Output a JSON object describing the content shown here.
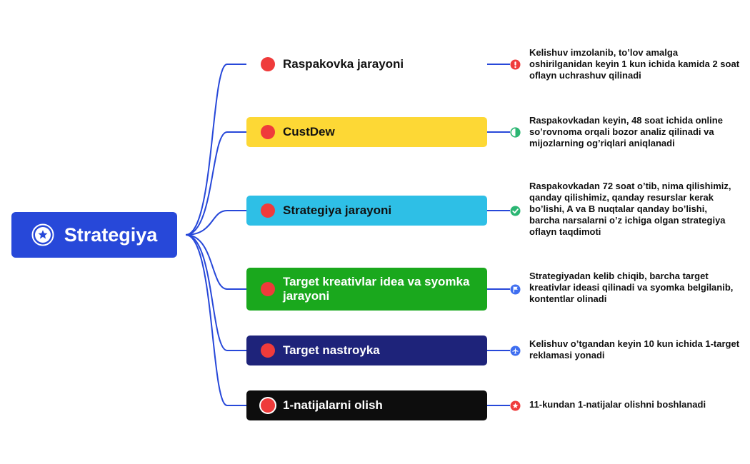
{
  "root": {
    "label": "Strategiya",
    "color": "#2748d9",
    "icon": "star-badge-icon"
  },
  "link_color": "#2748d9",
  "branches": [
    {
      "label": "Raspakovka jarayoni",
      "bg": "#ffffff",
      "text_color": "#111111",
      "marker": "exclamation-circle-icon",
      "marker_color": "#ef3b3b",
      "description": "Kelishuv imzolanib, to’lov amalga oshirilganidan keyin 1 kun ichida kamida 2 soat oflayn uchrashuv qilinadi"
    },
    {
      "label": "CustDew",
      "bg": "#fdd835",
      "text_color": "#111111",
      "marker": "half-circle-icon",
      "marker_color": "#2bb673",
      "description": "Raspakovkadan keyin, 48 soat ichida online so’rovnoma orqali bozor analiz qilinadi va mijozlarning og’riqlari aniqlanadi"
    },
    {
      "label": "Strategiya jarayoni",
      "bg": "#2ebfe6",
      "text_color": "#111111",
      "marker": "check-circle-icon",
      "marker_color": "#2bb673",
      "description": "Raspakovkadan 72 soat o’tib, nima qilishimiz, qanday qilishimiz, qanday resurslar kerak bo’lishi, A va B nuqtalar qanday bo’lishi, barcha narsalarni o’z ichiga olgan strategiya oflayn taqdimoti"
    },
    {
      "label": "Target kreativlar idea va syomka jarayoni",
      "bg": "#1aa81d",
      "text_color": "#ffffff",
      "marker": "flag-circle-icon",
      "marker_color": "#3f6ef0",
      "description": "Strategiyadan kelib chiqib, barcha target kreativlar ideasi qilinadi va syomka belgilanib, kontentlar olinadi"
    },
    {
      "label": "Target nastroyka",
      "bg": "#1e237a",
      "text_color": "#ffffff",
      "marker": "airplane-circle-icon",
      "marker_color": "#3f6ef0",
      "description": "Kelishuv o’tgandan keyin 10 kun ichida 1-target reklamasi yonadi"
    },
    {
      "label": "1-natijalarni olish",
      "bg": "#0d0d0d",
      "text_color": "#ffffff",
      "marker": "star-circle-icon",
      "marker_color": "#ef3b3b",
      "description": "11-kundan 1-natijalar olishni boshlanadi"
    }
  ]
}
